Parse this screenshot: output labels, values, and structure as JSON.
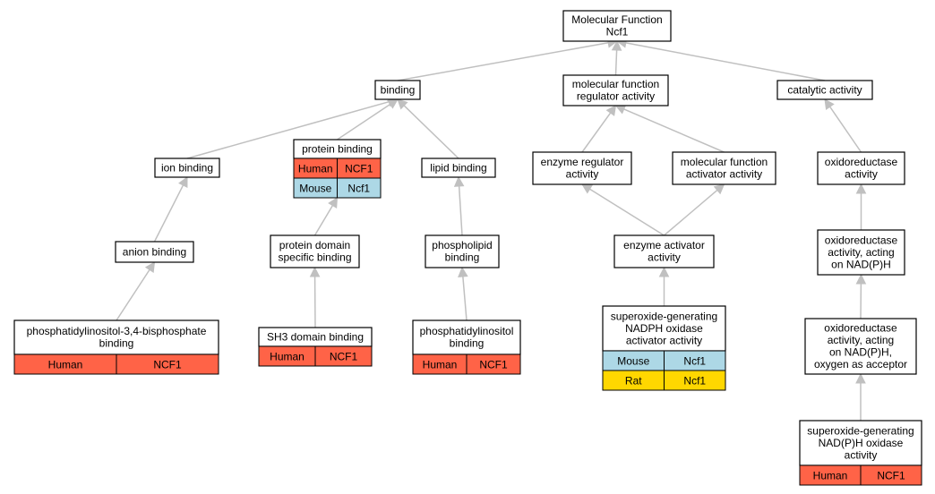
{
  "colors": {
    "Human": "#ff6347",
    "Mouse": "#add8e6",
    "Rat": "#ffd700",
    "edge": "#c0c0c0"
  },
  "nodes": [
    {
      "id": "mf",
      "lines": [
        "Molecular Function",
        "Ncf1"
      ],
      "rows": []
    },
    {
      "id": "binding",
      "lines": [
        "binding"
      ],
      "rows": []
    },
    {
      "id": "mfra",
      "lines": [
        "molecular function",
        "regulator activity"
      ],
      "rows": []
    },
    {
      "id": "catalytic",
      "lines": [
        "catalytic activity"
      ],
      "rows": []
    },
    {
      "id": "ion",
      "lines": [
        "ion binding"
      ],
      "rows": []
    },
    {
      "id": "protein",
      "lines": [
        "protein binding"
      ],
      "rows": [
        [
          "Human",
          "NCF1"
        ],
        [
          "Mouse",
          "Ncf1"
        ]
      ]
    },
    {
      "id": "lipid",
      "lines": [
        "lipid binding"
      ],
      "rows": []
    },
    {
      "id": "enzreg",
      "lines": [
        "enzyme regulator",
        "activity"
      ],
      "rows": []
    },
    {
      "id": "mfaa",
      "lines": [
        "molecular function",
        "activator activity"
      ],
      "rows": []
    },
    {
      "id": "oxido",
      "lines": [
        "oxidoreductase",
        "activity"
      ],
      "rows": []
    },
    {
      "id": "anion",
      "lines": [
        "anion binding"
      ],
      "rows": []
    },
    {
      "id": "pdomain",
      "lines": [
        "protein domain",
        "specific binding"
      ],
      "rows": []
    },
    {
      "id": "phospholipid",
      "lines": [
        "phospholipid",
        "binding"
      ],
      "rows": []
    },
    {
      "id": "enzact",
      "lines": [
        "enzyme activator",
        "activity"
      ],
      "rows": []
    },
    {
      "id": "oxnadph",
      "lines": [
        "oxidoreductase",
        "activity, acting",
        "on NAD(P)H"
      ],
      "rows": []
    },
    {
      "id": "pip3",
      "lines": [
        "phosphatidylinositol-3,4-bisphosphate",
        "binding"
      ],
      "rows": [
        [
          "Human",
          "NCF1"
        ]
      ]
    },
    {
      "id": "sh3",
      "lines": [
        "SH3 domain binding"
      ],
      "rows": [
        [
          "Human",
          "NCF1"
        ]
      ]
    },
    {
      "id": "pi",
      "lines": [
        "phosphatidylinositol",
        "binding"
      ],
      "rows": [
        [
          "Human",
          "NCF1"
        ]
      ]
    },
    {
      "id": "superact",
      "lines": [
        "superoxide-generating",
        "NADPH oxidase",
        "activator activity"
      ],
      "rows": [
        [
          "Mouse",
          "Ncf1"
        ],
        [
          "Rat",
          "Ncf1"
        ]
      ]
    },
    {
      "id": "oxoxy",
      "lines": [
        "oxidoreductase",
        "activity, acting",
        "on NAD(P)H,",
        "oxygen as acceptor"
      ],
      "rows": []
    },
    {
      "id": "superox",
      "lines": [
        "superoxide-generating",
        "NAD(P)H oxidase",
        "activity"
      ],
      "rows": [
        [
          "Human",
          "NCF1"
        ]
      ]
    }
  ],
  "edges": [
    [
      "binding",
      "mf"
    ],
    [
      "mfra",
      "mf"
    ],
    [
      "catalytic",
      "mf"
    ],
    [
      "ion",
      "binding"
    ],
    [
      "protein",
      "binding"
    ],
    [
      "lipid",
      "binding"
    ],
    [
      "enzreg",
      "mfra"
    ],
    [
      "mfaa",
      "mfra"
    ],
    [
      "oxido",
      "catalytic"
    ],
    [
      "anion",
      "ion"
    ],
    [
      "pdomain",
      "protein"
    ],
    [
      "phospholipid",
      "lipid"
    ],
    [
      "enzact",
      "enzreg"
    ],
    [
      "enzact",
      "mfaa"
    ],
    [
      "oxnadph",
      "oxido"
    ],
    [
      "pip3",
      "anion"
    ],
    [
      "sh3",
      "pdomain"
    ],
    [
      "pi",
      "phospholipid"
    ],
    [
      "superact",
      "enzact"
    ],
    [
      "oxoxy",
      "oxnadph"
    ],
    [
      "superox",
      "oxoxy"
    ]
  ]
}
